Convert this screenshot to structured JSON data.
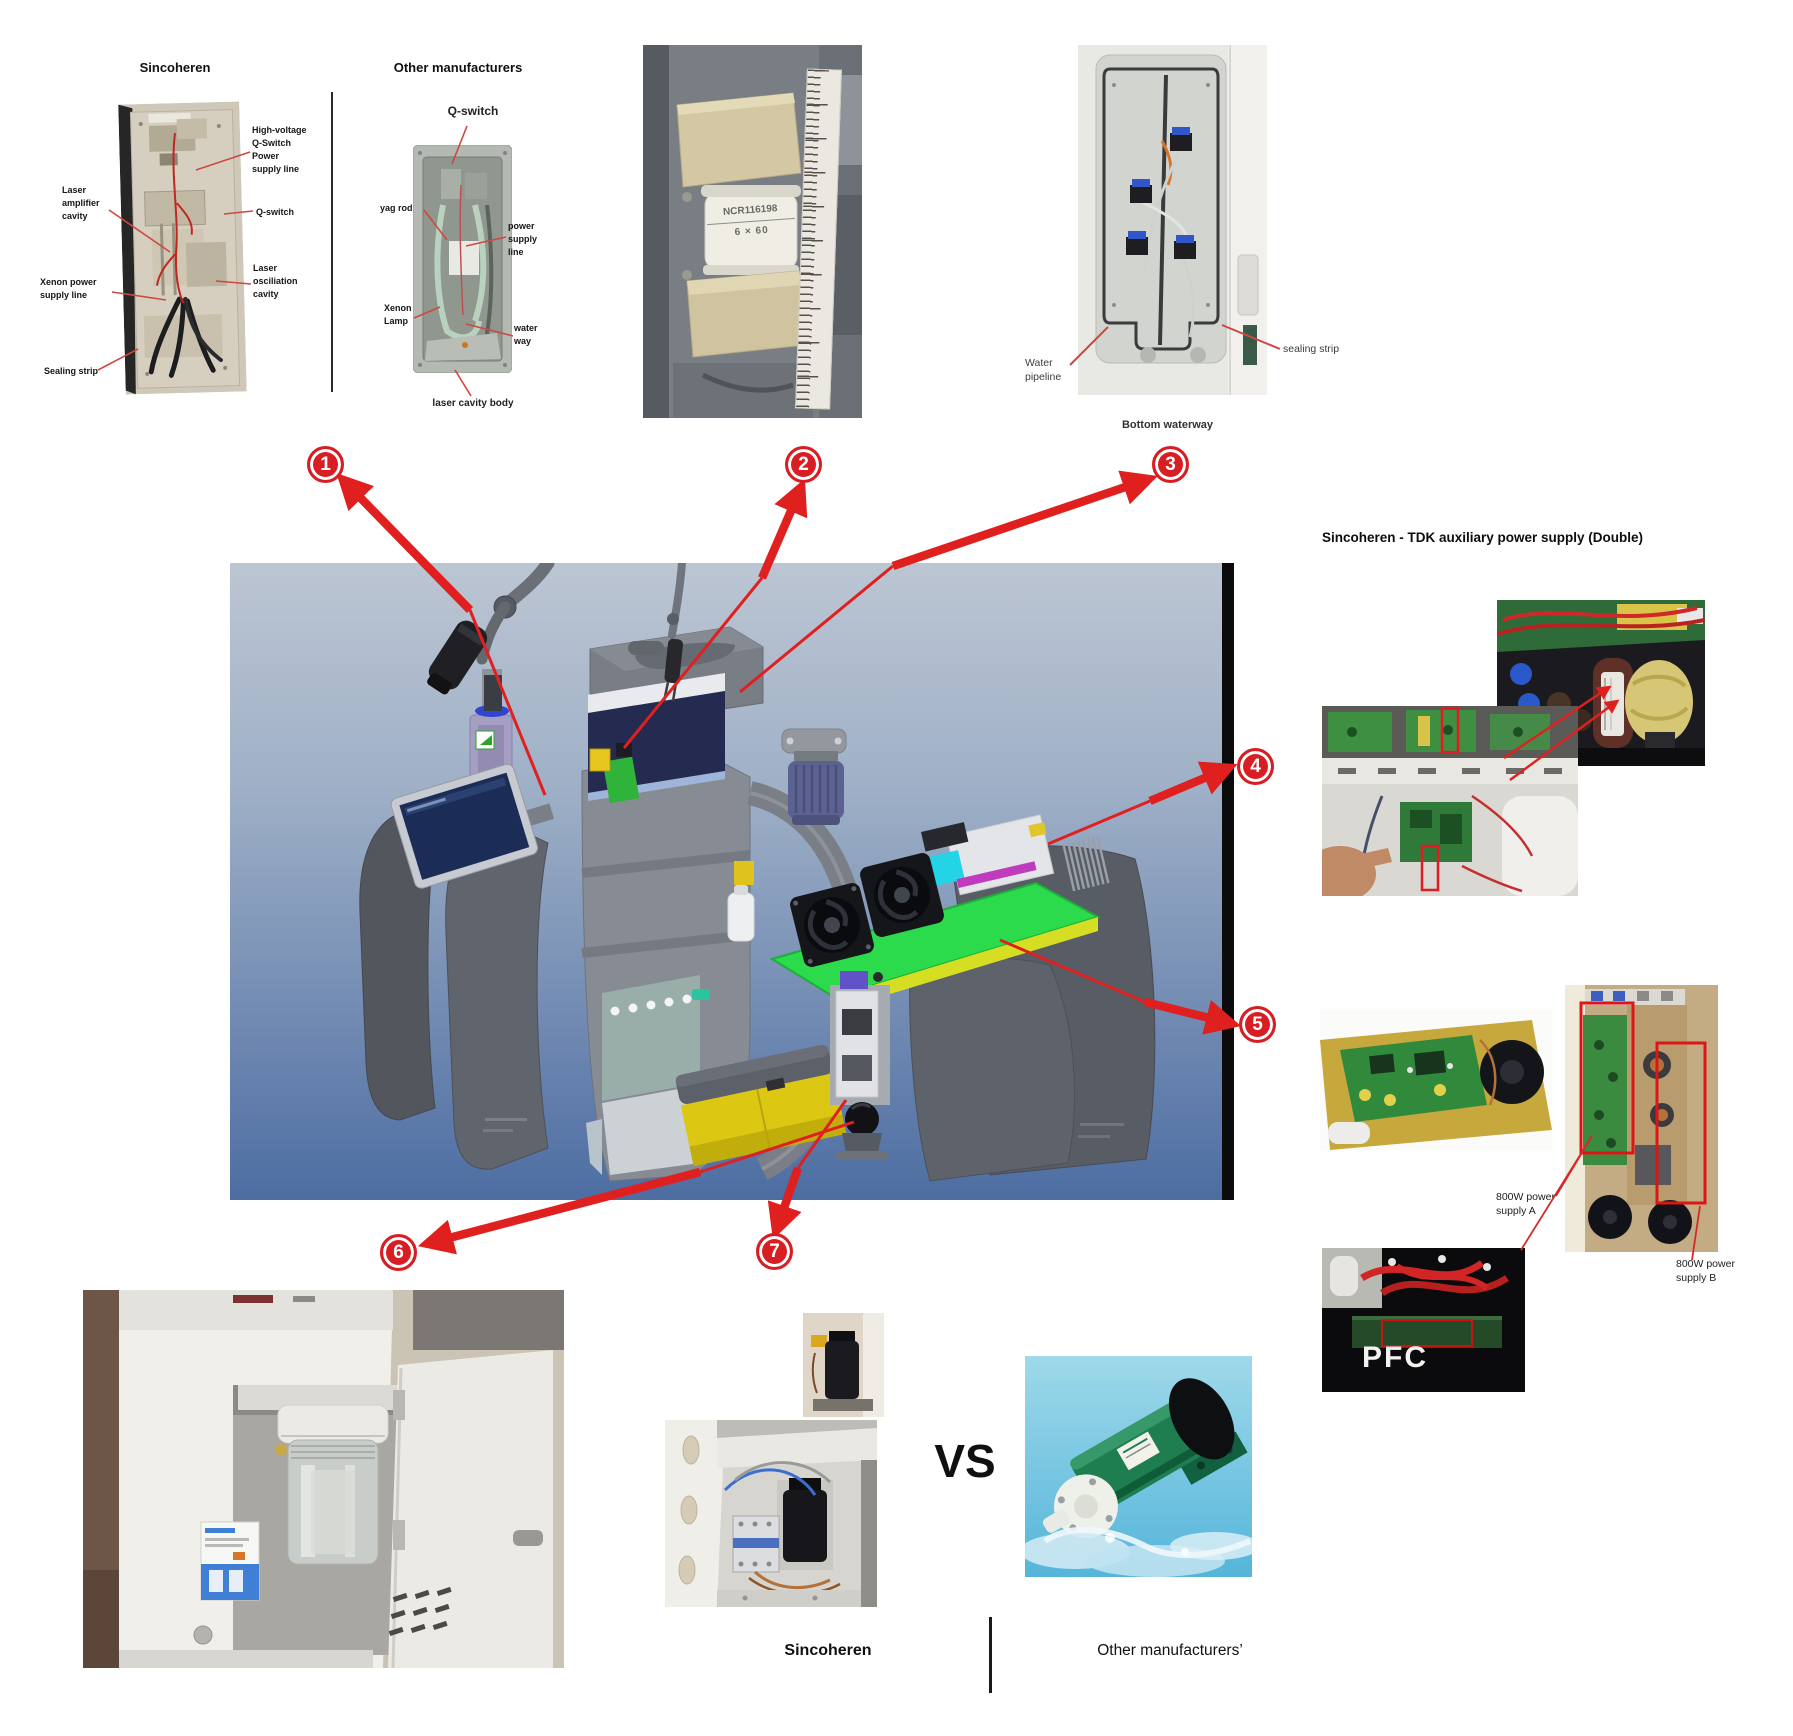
{
  "colors": {
    "accent_red": "#e0201f",
    "callout_red": "#d81e23",
    "machine_bg_top": "#bcc6d3",
    "machine_bg_bottom": "#4d6da2"
  },
  "cavity_compare": {
    "sincoheren_title": "Sincoheren",
    "others_title": "Other manufacturers",
    "sincoheren_labels": {
      "high_voltage": "High-voltage\nQ-Switch\nPower\nsupply line",
      "q_switch": "Q-switch",
      "laser_amplifier": "Laser\namplifier\ncavity",
      "xenon_power": "Xenon power\nsupply line",
      "sealing_strip": "Sealing strip",
      "laser_oscillation": "Laser\nosciliation\ncavity"
    },
    "others_labels": {
      "q_switch": "Q-switch",
      "yag_rod": "yag rod",
      "power_supply_line": "power\nsupply\nline",
      "xenon_lamp": "Xenon\nLamp",
      "water_way": "water\nway",
      "caption": "laser cavity body"
    }
  },
  "q_switch_photo": {
    "part_number": "NCR116198",
    "dimension": "6 × 60"
  },
  "waterway_photo": {
    "water_pipeline": "Water\npipeline",
    "sealing_strip": "sealing strip",
    "caption": "Bottom waterway"
  },
  "callouts": {
    "c1": "1",
    "c2": "2",
    "c3": "3",
    "c4": "4",
    "c5": "5",
    "c6": "6",
    "c7": "7"
  },
  "tdk_section": {
    "title": "Sincoheren - TDK auxiliary power supply (Double)"
  },
  "power_supply_section": {
    "supply_a": "800W power\nsupply A",
    "supply_b": "800W power\nsupply B",
    "pfc_label": "PFC"
  },
  "pump_compare": {
    "versus": "VS",
    "sincoheren_label": "Sincoheren",
    "others_label": "Other manufacturers’"
  }
}
